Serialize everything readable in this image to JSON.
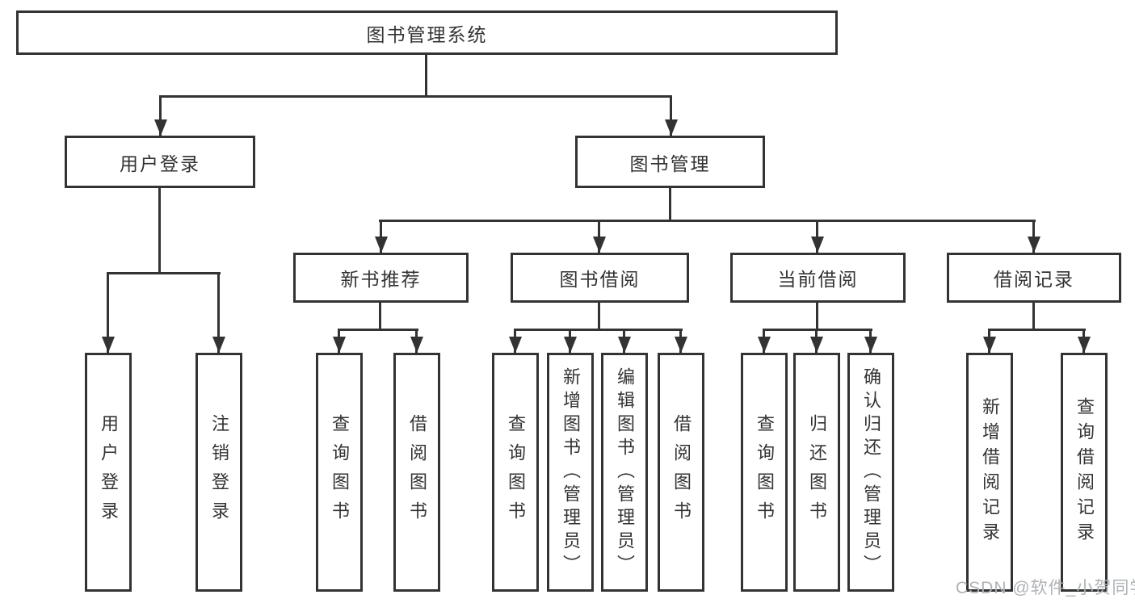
{
  "diagram": {
    "root": {
      "label": "图书管理系统"
    },
    "level2": [
      {
        "label": "用户登录"
      },
      {
        "label": "图书管理"
      }
    ],
    "level3": [
      {
        "label": "新书推荐"
      },
      {
        "label": "图书借阅"
      },
      {
        "label": "当前借阅"
      },
      {
        "label": "借阅记录"
      }
    ],
    "leaves": [
      {
        "label": "用户登录"
      },
      {
        "label": "注销登录"
      },
      {
        "label": "查询图书"
      },
      {
        "label": "借阅图书"
      },
      {
        "label": "查询图书"
      },
      {
        "label": "新增图书（管理员）"
      },
      {
        "label": "编辑图书（管理员）"
      },
      {
        "label": "借阅图书"
      },
      {
        "label": "查询图书"
      },
      {
        "label": "归还图书"
      },
      {
        "label": "确认归还（管理员）"
      },
      {
        "label": "新增借阅记录"
      },
      {
        "label": "查询借阅记录"
      }
    ]
  },
  "watermark": "CSDN @软件_小贺同学",
  "colors": {
    "line": "#333333",
    "text": "#333333",
    "watermark": "#aeb3b6",
    "background": "#ffffff"
  }
}
